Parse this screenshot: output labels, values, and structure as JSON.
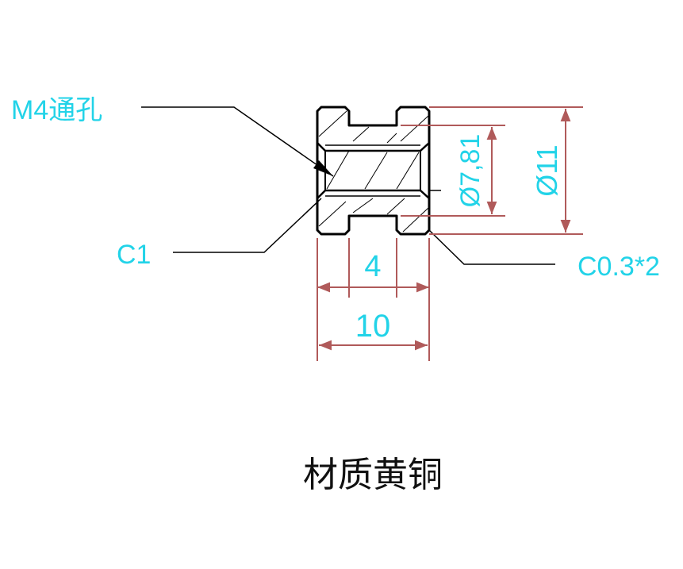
{
  "colors": {
    "background": "#ffffff",
    "outline": "#000000",
    "dimension_line": "#b05a5a",
    "label_text": "#22d3e8"
  },
  "annotations": {
    "thread_hole": "M4通孔",
    "chamfer_inner": "C1",
    "chamfer_outer": "C0.3*2"
  },
  "dimensions": {
    "groove_width": "4",
    "total_length": "10",
    "groove_diameter": "Ø7,81",
    "outer_diameter": "Ø11"
  },
  "caption": {
    "material": "材质黄铜"
  }
}
